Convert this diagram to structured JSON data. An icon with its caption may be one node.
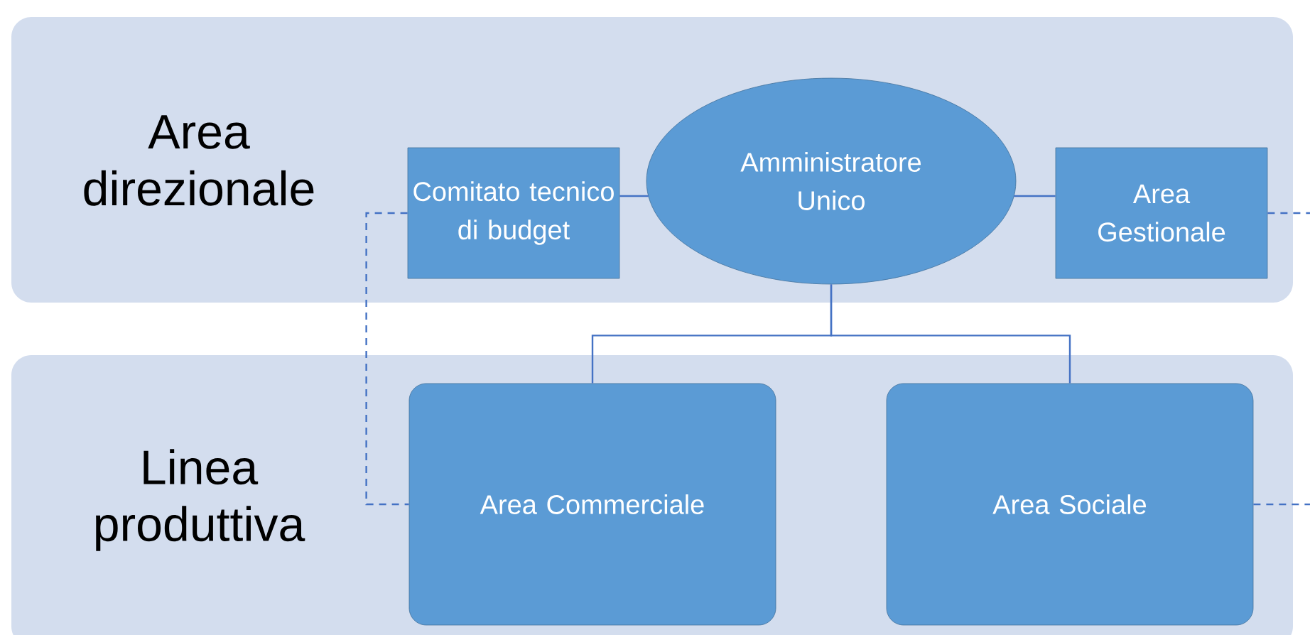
{
  "diagram": {
    "nodes": [
      {
        "text": [
          "Area direzionale"
        ]
      },
      {
        "text": [
          "Comitato tecnico di budget"
        ],
        "in": 0
      },
      {
        "text": [
          "Amministratore Unico"
        ],
        "in": 0
      },
      {
        "text": [
          "Area Gestionale"
        ],
        "in": 0
      },
      {
        "text": [
          "Linea produttiva"
        ]
      },
      {
        "text": [
          "Area Commerciale"
        ],
        "in": 4
      },
      {
        "text": [
          "Area Sociale"
        ],
        "in": 4
      }
    ],
    "edges": [
      {
        "from": 2,
        "to": 1,
        "arrow": "none"
      },
      {
        "from": 2,
        "to": 3,
        "arrow": "none"
      },
      {
        "from": 2,
        "to": 5,
        "arrow": "none"
      },
      {
        "from": 2,
        "to": 6,
        "arrow": "none"
      },
      {
        "from": 1,
        "to": 5,
        "arrow": "none",
        "style": "dashed"
      },
      {
        "from": 3,
        "to": null,
        "arrow": "none",
        "style": "dashed"
      },
      {
        "from": 6,
        "to": null,
        "arrow": "none",
        "style": "dashed"
      }
    ]
  }
}
